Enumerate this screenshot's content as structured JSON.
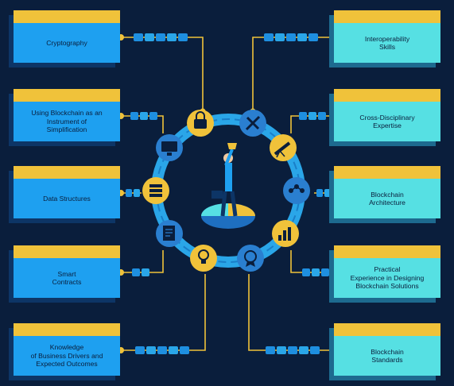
{
  "left_items": [
    {
      "label": "Cryptography"
    },
    {
      "label": "Using Blockchain as an\nInstrument of\nSimplification"
    },
    {
      "label": "Data Structures"
    },
    {
      "label": "Smart\nContracts"
    },
    {
      "label": "Knowledge\nof Business Drivers and\nExpected Outcomes"
    }
  ],
  "right_items": [
    {
      "label": "Interoperability\nSkills"
    },
    {
      "label": "Cross-Disciplinary\nExpertise"
    },
    {
      "label": "Blockchain\nArchitecture"
    },
    {
      "label": "Practical\nExperience in Designing\nBlockchain Solutions"
    },
    {
      "label": "Blockchain\nStandards"
    }
  ],
  "colors": {
    "background": "#0a1e3c",
    "left_card": "#1ea0f0",
    "right_card": "#56e0e3",
    "card_tab": "#f0c23a",
    "connector": "#f0c23a",
    "ring": "#2aa6e8",
    "icon_yellow": "#f0c23a",
    "icon_blue": "#2a7fd0"
  },
  "center": {
    "figure": "businessman-raising-trophy-icon"
  }
}
